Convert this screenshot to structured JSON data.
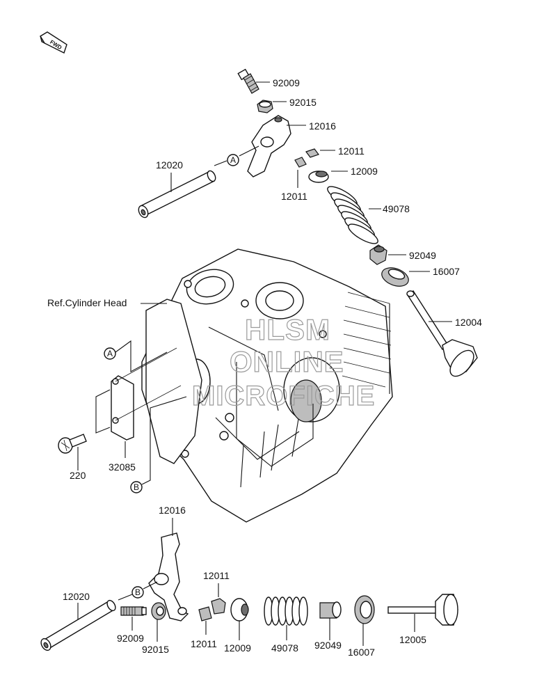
{
  "fwd_label": "FWD",
  "ref_label": "Ref.Cylinder Head",
  "watermark": [
    "HLSM",
    "ONLINE",
    "MICROFICHE"
  ],
  "callouts": {
    "a": "A",
    "b": "B"
  },
  "parts": {
    "top_92009": "92009",
    "top_92015": "92015",
    "top_12016": "12016",
    "top_12011_a": "12011",
    "top_12009": "12009",
    "top_12011_b": "12011",
    "top_12020": "12020",
    "top_49078": "49078",
    "top_92049": "92049",
    "top_16007": "16007",
    "top_12004": "12004",
    "mid_32085": "32085",
    "mid_220": "220",
    "bot_12016": "12016",
    "bot_12011_a": "12011",
    "bot_12020": "12020",
    "bot_92009": "92009",
    "bot_92015": "92015",
    "bot_12011_b": "12011",
    "bot_12009": "12009",
    "bot_49078": "49078",
    "bot_92049": "92049",
    "bot_16007": "16007",
    "bot_12005": "12005"
  }
}
